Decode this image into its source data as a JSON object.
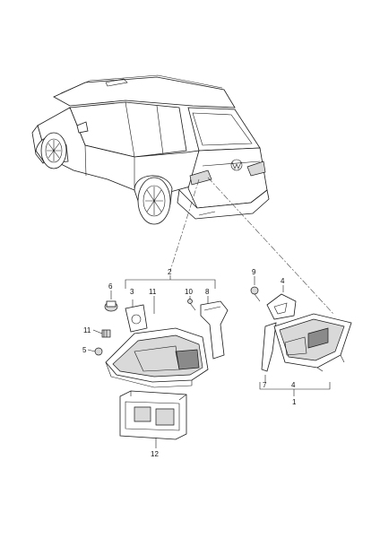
{
  "diagram": {
    "callouts": [
      {
        "key": "c2",
        "text": "2"
      },
      {
        "key": "c3",
        "text": "3"
      },
      {
        "key": "c11a",
        "text": "11"
      },
      {
        "key": "c10",
        "text": "10"
      },
      {
        "key": "c8",
        "text": "8"
      },
      {
        "key": "c6",
        "text": "6"
      },
      {
        "key": "c11b",
        "text": "11"
      },
      {
        "key": "c5",
        "text": "5"
      },
      {
        "key": "c12",
        "text": "12"
      },
      {
        "key": "c9",
        "text": "9"
      },
      {
        "key": "c4a",
        "text": "4"
      },
      {
        "key": "c7",
        "text": "7"
      },
      {
        "key": "c4b",
        "text": "4"
      },
      {
        "key": "c1",
        "text": "1"
      }
    ],
    "colors": {
      "ink": "#1a1a1a",
      "shade": "#d9d9d9",
      "tint": "#8a8a8a"
    }
  }
}
